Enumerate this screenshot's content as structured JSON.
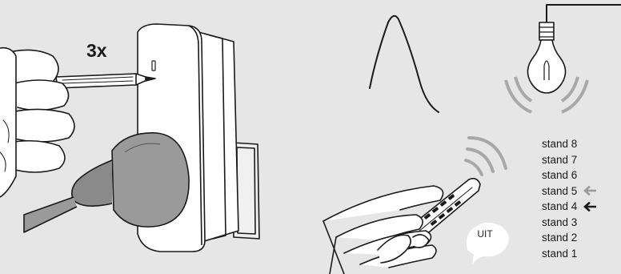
{
  "instruction": {
    "press_count": "3x",
    "off_label": "UIT"
  },
  "levels": [
    {
      "label": "stand 8",
      "marker": "none"
    },
    {
      "label": "stand 7",
      "marker": "none"
    },
    {
      "label": "stand 6",
      "marker": "none"
    },
    {
      "label": "stand 5",
      "marker": "arrow-light"
    },
    {
      "label": "stand 4",
      "marker": "arrow-dark"
    },
    {
      "label": "stand 3",
      "marker": "none"
    },
    {
      "label": "stand 2",
      "marker": "none"
    },
    {
      "label": "stand 1",
      "marker": "none"
    }
  ],
  "colors": {
    "background": "#e6e6e6",
    "line": "#1a1a1a",
    "wave": "#a8a8a8",
    "arrow_light": "#9a9a9a",
    "arrow_dark": "#1a1a1a"
  },
  "icons": {
    "hand_pen": "hand-holding-pen-icon",
    "socket_plug": "plug-in-dimmer-icon",
    "curve": "bell-curve-icon",
    "bulb": "light-bulb-icon",
    "remote": "hand-holding-remote-icon"
  }
}
